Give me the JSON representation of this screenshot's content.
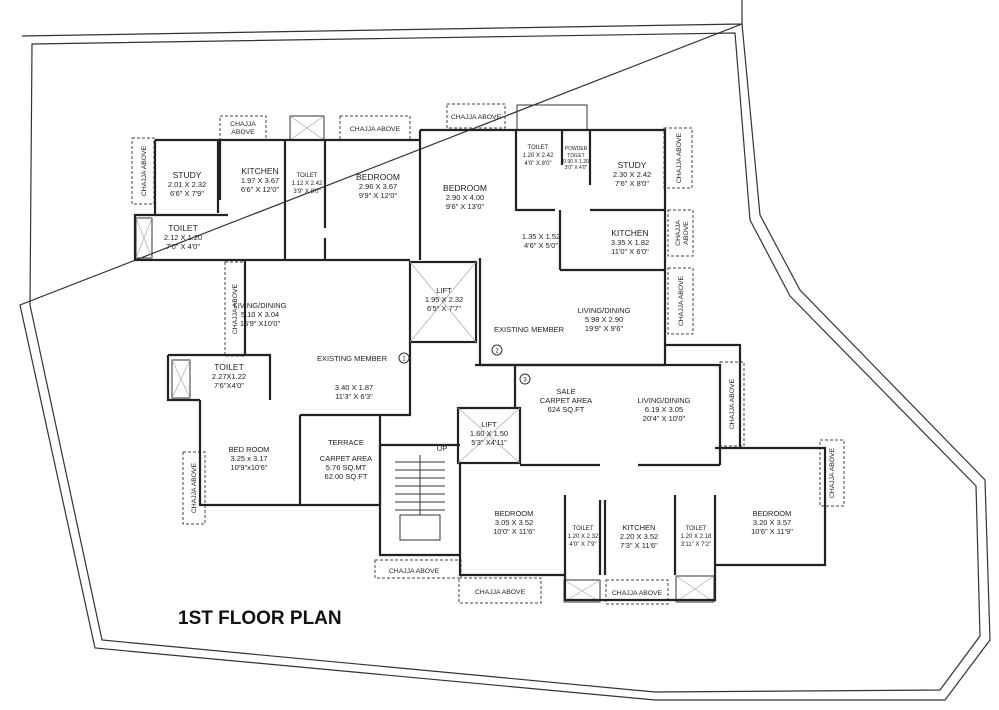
{
  "title": "1ST FLOOR PLAN",
  "chajja_label": "CHAJJA ABOVE",
  "chajja_label_split": [
    "CHAJJA",
    "ABOVE"
  ],
  "rooms": {
    "study_left": {
      "name": "STUDY",
      "metric": "2.01 X 2.32",
      "imperial": "6'6\" X 7'9\""
    },
    "kitchen_left": {
      "name": "KITCHEN",
      "metric": "1.97 X 3.67",
      "imperial": "6'6\" X 12'0\""
    },
    "toilet_left_small": {
      "name": "TOILET",
      "metric": "1.12 X 2.42",
      "imperial": "3'9\" X 8'0\""
    },
    "bedroom_left_top": {
      "name": "BEDROOM",
      "metric": "2.96 X 3.67",
      "imperial": "9'9\" X 12'0\""
    },
    "toilet_left": {
      "name": "TOILET",
      "metric": "2.12 X 1.20",
      "imperial": "7'0\" X 4'0\""
    },
    "bedroom_center": {
      "name": "BEDROOM",
      "metric": "2.90 X 4.00",
      "imperial": "9'6\" X 13'0\""
    },
    "toilet_top": {
      "name": "TOILET",
      "metric": "1.20 X 2.42",
      "imperial": "4'0\" X 8'0\""
    },
    "powder_toilet": {
      "name1": "POWDER",
      "name2": "TOILET",
      "metric": "0.90 X 1.20",
      "imperial": "3'0\" X 4'0\""
    },
    "study_right": {
      "name": "STUDY",
      "metric": "2.30 X 2.42",
      "imperial": "7'6\" X 8'0\""
    },
    "passage": {
      "metric": "1.35 X 1.52",
      "imperial": "4'6\" X 5'0\""
    },
    "kitchen_right": {
      "name": "KITCHEN",
      "metric": "3.35 X 1.82",
      "imperial": "11'0\" X 6'0\""
    },
    "lift_main": {
      "name": "LIFT",
      "metric": "1.95 X 2.32",
      "imperial": "6'5\" X 7'7\""
    },
    "living_right": {
      "name": "LIVING/DINING",
      "metric": "5.98 X 2.90",
      "imperial": "19'9\" X 9'6\""
    },
    "living_left": {
      "name": "LIVING/DINING",
      "metric": "5.10 X 3.04",
      "imperial": "16'9\" X10'0\""
    },
    "existing_member_1": {
      "name": "EXISTING MEMBER",
      "marker": "1",
      "metric": "3.40 X 1.87",
      "imperial": "11'3\" X 6'3\""
    },
    "existing_member_2": {
      "name": "EXISTING MEMBER",
      "marker": "2"
    },
    "toilet_mid_left": {
      "name": "TOILET",
      "metric": "2.27X1.22",
      "imperial": "7'6\"X4'0\""
    },
    "bed_room_left": {
      "name": "BED ROOM",
      "metric": "3.25 x 3.17",
      "imperial": "10'9\"x10'6\""
    },
    "terrace": {
      "name": "TERRACE",
      "label": "CARPET AREA",
      "metric": "5.76 SQ.MT",
      "imperial": "62.00 SQ.FT"
    },
    "sale_area": {
      "marker": "3",
      "name": "SALE",
      "label": "CARPET AREA",
      "value": "624 SQ.FT"
    },
    "living_lower": {
      "name": "LIVING/DINING",
      "metric": "6.19 X 3.05",
      "imperial": "20'4\" X 10'0\""
    },
    "lift_small": {
      "name": "LIFT",
      "metric": "1.60 X 1.50",
      "imperial": "5'3\" X4'11\""
    },
    "stairs": {
      "label": "UP"
    },
    "bedroom_lower_left": {
      "name": "BEDROOM",
      "metric": "3.05 X 3.52",
      "imperial": "10'0\" X 11'6\""
    },
    "toilet_lower_1": {
      "name": "TOILET",
      "metric": "1.20 X 2.32",
      "imperial": "4'0\" X 7'9\""
    },
    "kitchen_lower": {
      "name": "KITCHEN",
      "metric": "2.20 X 3.52",
      "imperial": "7'3\" X 11'6\""
    },
    "toilet_lower_2": {
      "name": "TOILET",
      "metric": "1.20 X 2.18",
      "imperial": "3'11\" X 7'2\""
    },
    "bedroom_lower_right": {
      "name": "BEDROOM",
      "metric": "3.20 X 3.57",
      "imperial": "10'6\" X 11'9\""
    }
  }
}
